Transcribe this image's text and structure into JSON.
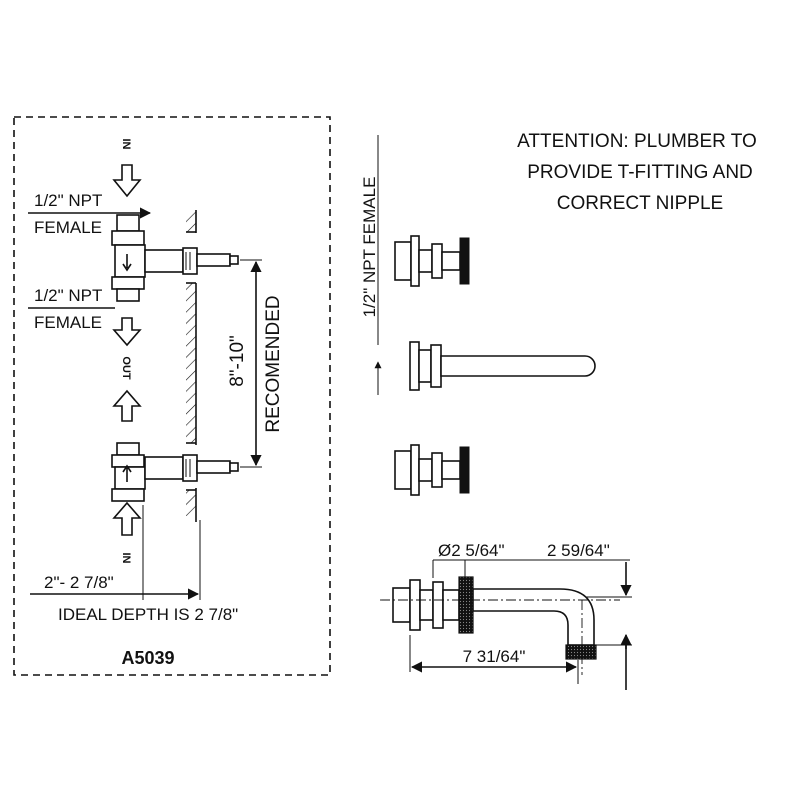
{
  "attention": {
    "line1": "ATTENTION: PLUMBER TO",
    "line2": "PROVIDE T-FITTING AND",
    "line3": "CORRECT NIPPLE"
  },
  "valve_diagram": {
    "npt_top_line1": "1/2\" NPT",
    "npt_top_line2": "FEMALE",
    "npt_mid_line1": "1/2\" NPT",
    "npt_mid_line2": "FEMALE",
    "flow_in_top": "IN",
    "flow_out": "OUT",
    "flow_in_bottom": "IN",
    "spacing": "8\"-10\"",
    "spacing_note": "RECOMENDED",
    "depth_range": "2\"- 2 7/8\"",
    "ideal_depth": "IDEAL DEPTH IS 2 7/8\"",
    "model": "A5039"
  },
  "front_view": {
    "npt_label": "1/2\" NPT FEMALE"
  },
  "side_view": {
    "diameter": "Ø2 5/64\"",
    "height": "2 59/64\"",
    "length": "7 31/64\""
  }
}
